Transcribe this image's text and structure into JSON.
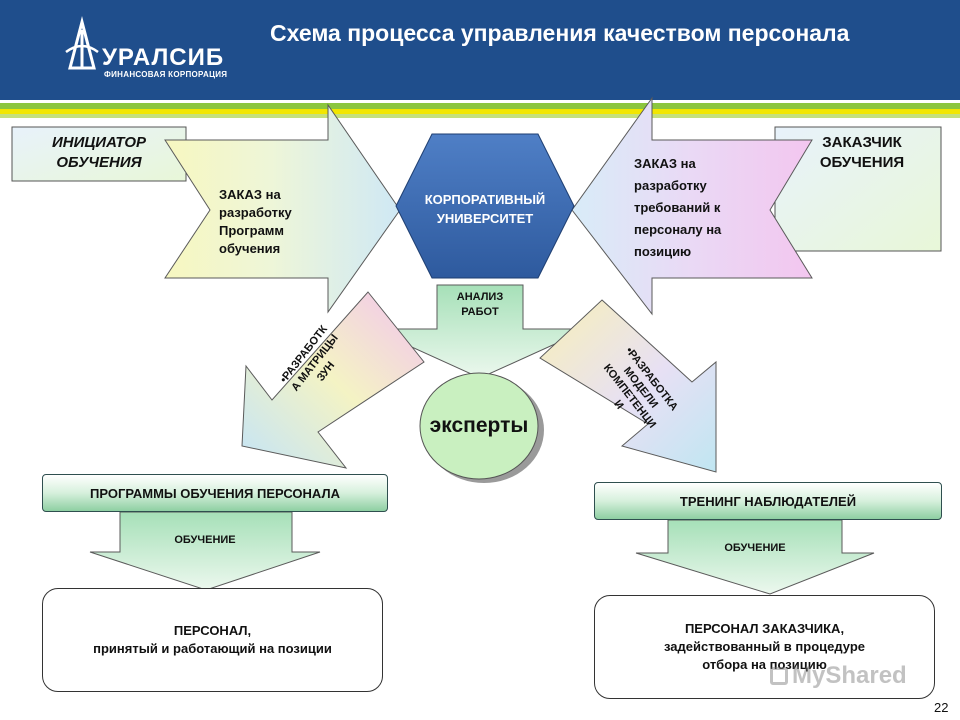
{
  "header": {
    "title": "Схема процесса управления качеством персонала",
    "logo": {
      "name": "УРАЛСИБ",
      "subtitle": "ФИНАНСОВАЯ КОРПОРАЦИЯ"
    }
  },
  "nodes": {
    "initiator": "ИНИЦИАТОР ОБУЧЕНИЯ",
    "customer": "ЗАКАЗЧИК ОБУЧЕНИЯ",
    "corp_univ": "КОРПОРАТИВНЫЙ УНИВЕРСИТЕТ",
    "experts": "эксперты",
    "programs": "ПРОГРАММЫ ОБУЧЕНИЯ ПЕРСОНАЛА",
    "observer_training": "ТРЕНИНГ НАБЛЮДАТЕЛЕЙ",
    "staff": "ПЕРСОНАЛ,",
    "staff_sub": "принятый и работающий на позиции",
    "customer_staff": "ПЕРСОНАЛ ЗАКАЗЧИКА,",
    "customer_staff_sub1": "задействованный в процедуре",
    "customer_staff_sub2": "отбора на позицию"
  },
  "arrows": {
    "left_order": [
      "ЗАКАЗ на",
      "разработку",
      "Программ",
      "обучения"
    ],
    "right_order": [
      "ЗАКАЗ на",
      "разработку",
      "требований к",
      "персоналу на",
      "позицию"
    ],
    "analysis": [
      "АНАЛИЗ",
      "РАБОТ"
    ],
    "matrix": [
      "•РАЗРАБОТК",
      "А МАТРИЦЫ",
      "ЗУН"
    ],
    "competence": [
      "•РАЗРАБОТКА",
      "МОДЕЛИ",
      "КОМПЕТЕНЦИ",
      "И"
    ],
    "training_left": "ОБУЧЕНИЕ",
    "training_right": "ОБУЧЕНИЕ"
  },
  "page_number": "22",
  "watermark": "MyShared",
  "colors": {
    "header": "#1f4e8c",
    "stripe_green": "#8cc63f",
    "stripe_yellow": "#f2e600",
    "hexagon": "#3b6cb5",
    "experts": "#c9f0c0"
  }
}
